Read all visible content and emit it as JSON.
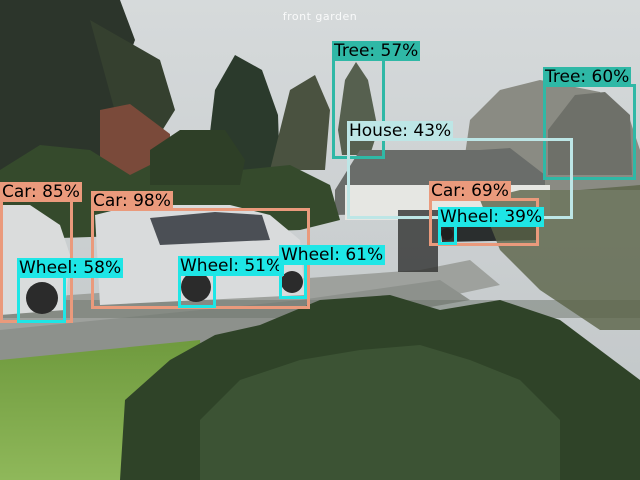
{
  "viewer": {
    "caption": "front garden"
  },
  "colors": {
    "car": "#ea9a7c",
    "wheel": "#1ee6e6",
    "tree": "#2fb8a6",
    "house": "#bde6e6"
  },
  "detections": [
    {
      "name": "tree-1",
      "label": "Tree: 57%",
      "cls": "tree"
    },
    {
      "name": "tree-2",
      "label": "Tree: 60%",
      "cls": "tree"
    },
    {
      "name": "house-1",
      "label": "House: 43%",
      "cls": "house"
    },
    {
      "name": "car-1",
      "label": "Car: 85%",
      "cls": "car"
    },
    {
      "name": "car-2",
      "label": "Car: 98%",
      "cls": "car"
    },
    {
      "name": "car-3",
      "label": "Car: 69%",
      "cls": "car"
    },
    {
      "name": "wheel-1",
      "label": "Wheel: 58%",
      "cls": "wheel"
    },
    {
      "name": "wheel-2",
      "label": "Wheel: 51%",
      "cls": "wheel"
    },
    {
      "name": "wheel-3",
      "label": "Wheel: 61%",
      "cls": "wheel"
    },
    {
      "name": "wheel-4",
      "label": "Wheel: 39%",
      "cls": "wheel"
    }
  ]
}
